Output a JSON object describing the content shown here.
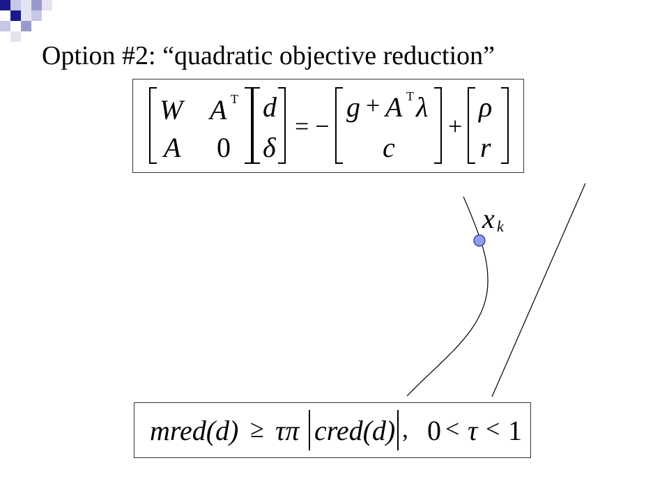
{
  "slide": {
    "title": "Option #2: “quadratic objective reduction”"
  },
  "equation_1": {
    "matrix": {
      "r1c1": "W",
      "r1c2_base": "A",
      "r1c2_sup": "T",
      "r2c1": "A",
      "r2c2": "0"
    },
    "vector_left": {
      "r1": "d",
      "r2": "δ"
    },
    "equals_minus": "= −",
    "rhs_vector": {
      "r1_g": "g",
      "r1_plus": "+",
      "r1_A": "A",
      "r1_sup": "T",
      "r1_lambda": "λ",
      "r2": "c"
    },
    "plus": "+",
    "residual_vector": {
      "r1": "ρ",
      "r2": "r"
    }
  },
  "point_label": {
    "base": "x",
    "sub": "k"
  },
  "equation_2": {
    "lhs": "mred(d)",
    "geq": "≥",
    "tau_pi": "τπ",
    "abs_content": "cred(d)",
    "comma": ",",
    "zero": "0",
    "lt1": "<",
    "tau": "τ",
    "lt2": "<",
    "one": "1"
  },
  "colors": {
    "deco_dark": "#1a1a8c",
    "deco_light": "#9999cc",
    "point_fill": "#8f9ce8",
    "point_stroke": "#2b2b99"
  }
}
